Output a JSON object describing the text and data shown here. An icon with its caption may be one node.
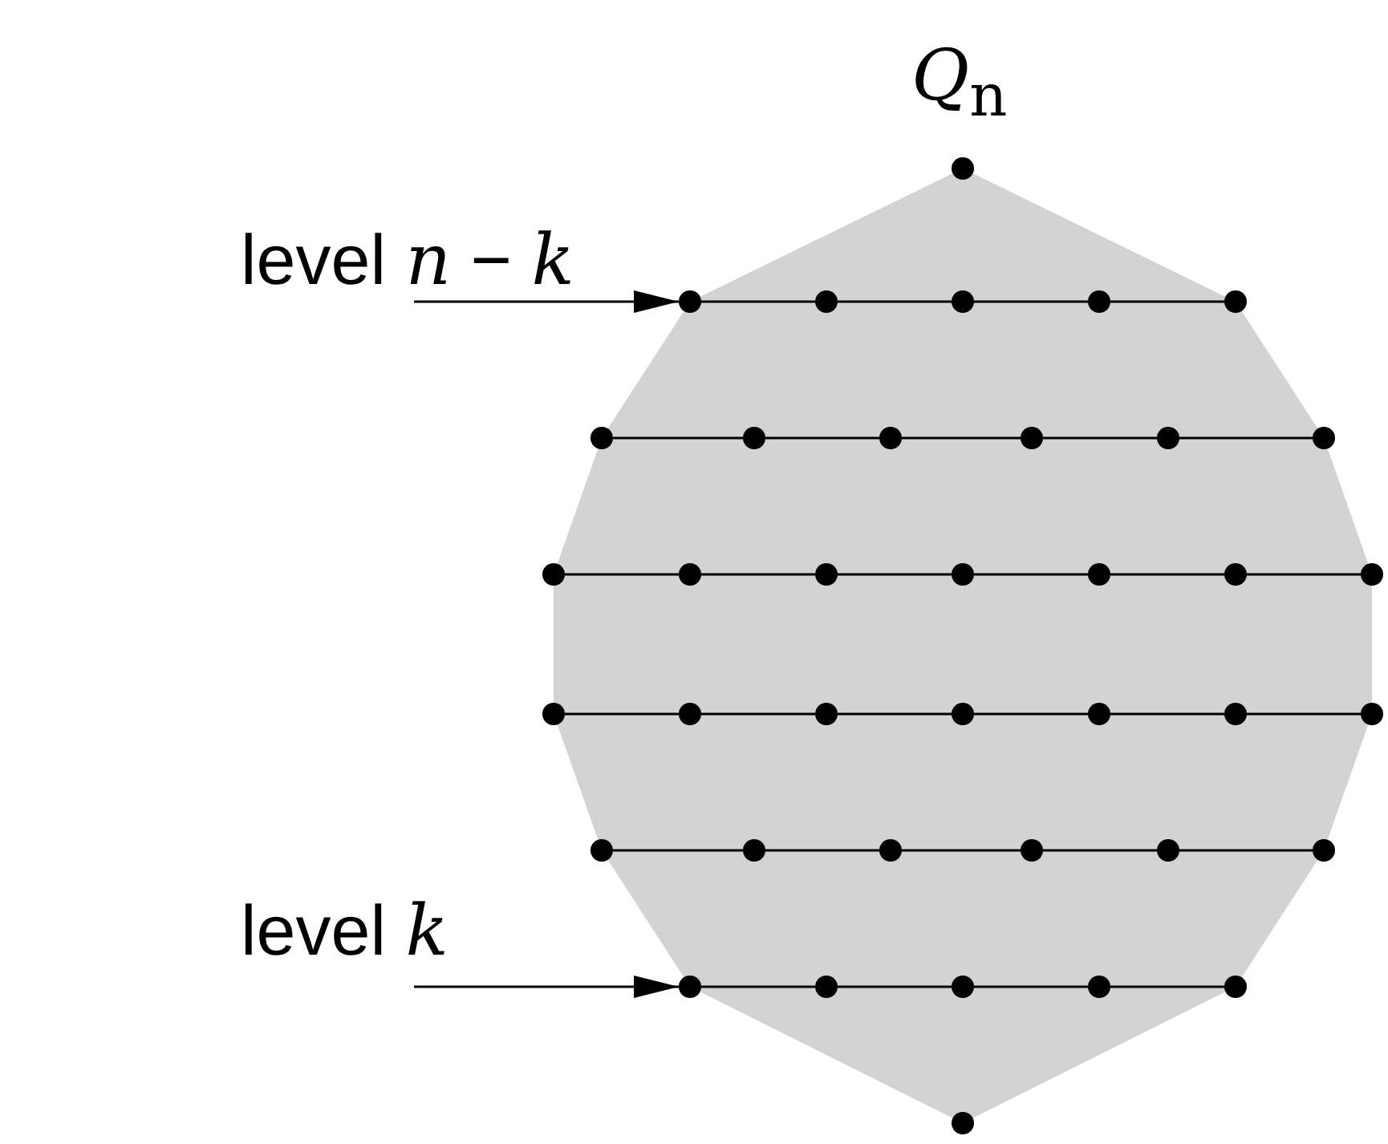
{
  "diagram": {
    "nodes": [
      {
        "text": [
          "level *n* − *k*"
        ]
      },
      {
        "text": [
          "level *k*"
        ]
      },
      {
        "text": [],
        "shape": "circle"
      },
      {
        "text": [],
        "shape": "circle"
      },
      {
        "text": [],
        "shape": "circle"
      },
      {
        "text": [],
        "shape": "circle"
      },
      {
        "text": [],
        "shape": "circle"
      },
      {
        "text": [],
        "shape": "circle"
      },
      {
        "text": [],
        "shape": "circle"
      },
      {
        "text": [],
        "shape": "circle"
      },
      {
        "text": [],
        "shape": "circle"
      },
      {
        "text": [],
        "shape": "circle"
      },
      {
        "text": [],
        "shape": "circle"
      },
      {
        "text": [],
        "shape": "circle"
      },
      {
        "text": [],
        "shape": "circle"
      },
      {
        "text": [],
        "shape": "circle"
      },
      {
        "text": [],
        "shape": "circle"
      },
      {
        "text": [],
        "shape": "circle"
      },
      {
        "text": [],
        "shape": "circle"
      },
      {
        "text": [],
        "shape": "circle"
      },
      {
        "text": [],
        "shape": "circle"
      },
      {
        "text": [],
        "shape": "circle"
      },
      {
        "text": [],
        "shape": "circle"
      },
      {
        "text": [],
        "shape": "circle"
      },
      {
        "text": [],
        "shape": "circle"
      },
      {
        "text": [],
        "shape": "circle"
      },
      {
        "text": [],
        "shape": "circle"
      },
      {
        "text": [],
        "shape": "circle"
      },
      {
        "text": [],
        "shape": "circle"
      },
      {
        "text": [],
        "shape": "circle"
      },
      {
        "text": [],
        "shape": "circle"
      },
      {
        "text": [],
        "shape": "circle"
      },
      {
        "text": [],
        "shape": "circle"
      },
      {
        "text": [],
        "shape": "circle"
      },
      {
        "text": [],
        "shape": "circle"
      },
      {
        "text": [],
        "shape": "circle"
      },
      {
        "text": [],
        "shape": "circle"
      },
      {
        "text": [],
        "shape": "circle"
      },
      {
        "text": [],
        "shape": "circle"
      },
      {
        "text": [],
        "shape": "circle"
      }
    ],
    "edges": [
      {
        "from": 0,
        "to": 3,
        "arrow": "to"
      },
      {
        "from": 1,
        "to": 34,
        "arrow": "to"
      },
      {
        "from": 3,
        "to": 4,
        "arrow": "none"
      },
      {
        "from": 4,
        "to": 5,
        "arrow": "none"
      },
      {
        "from": 5,
        "to": 6,
        "arrow": "none"
      },
      {
        "from": 6,
        "to": 7,
        "arrow": "none"
      },
      {
        "from": 8,
        "to": 9,
        "arrow": "none"
      },
      {
        "from": 9,
        "to": 10,
        "arrow": "none"
      },
      {
        "from": 10,
        "to": 11,
        "arrow": "none"
      },
      {
        "from": 11,
        "to": 12,
        "arrow": "none"
      },
      {
        "from": 12,
        "to": 13,
        "arrow": "none"
      },
      {
        "from": 14,
        "to": 15,
        "arrow": "none"
      },
      {
        "from": 15,
        "to": 16,
        "arrow": "none"
      },
      {
        "from": 16,
        "to": 17,
        "arrow": "none"
      },
      {
        "from": 17,
        "to": 18,
        "arrow": "none"
      },
      {
        "from": 18,
        "to": 19,
        "arrow": "none"
      },
      {
        "from": 19,
        "to": 20,
        "arrow": "none"
      },
      {
        "from": 21,
        "to": 22,
        "arrow": "none"
      },
      {
        "from": 22,
        "to": 23,
        "arrow": "none"
      },
      {
        "from": 23,
        "to": 24,
        "arrow": "none"
      },
      {
        "from": 24,
        "to": 25,
        "arrow": "none"
      },
      {
        "from": 25,
        "to": 26,
        "arrow": "none"
      },
      {
        "from": 26,
        "to": 27,
        "arrow": "none"
      },
      {
        "from": 28,
        "to": 29,
        "arrow": "none"
      },
      {
        "from": 29,
        "to": 30,
        "arrow": "none"
      },
      {
        "from": 30,
        "to": 31,
        "arrow": "none"
      },
      {
        "from": 31,
        "to": 32,
        "arrow": "none"
      },
      {
        "from": 32,
        "to": 33,
        "arrow": "none"
      },
      {
        "from": 34,
        "to": 35,
        "arrow": "none"
      },
      {
        "from": 35,
        "to": 36,
        "arrow": "none"
      },
      {
        "from": 36,
        "to": 37,
        "arrow": "none"
      },
      {
        "from": 37,
        "to": 38,
        "arrow": "none"
      }
    ],
    "labels": [
      "*Q*$_{n}$"
    ]
  }
}
